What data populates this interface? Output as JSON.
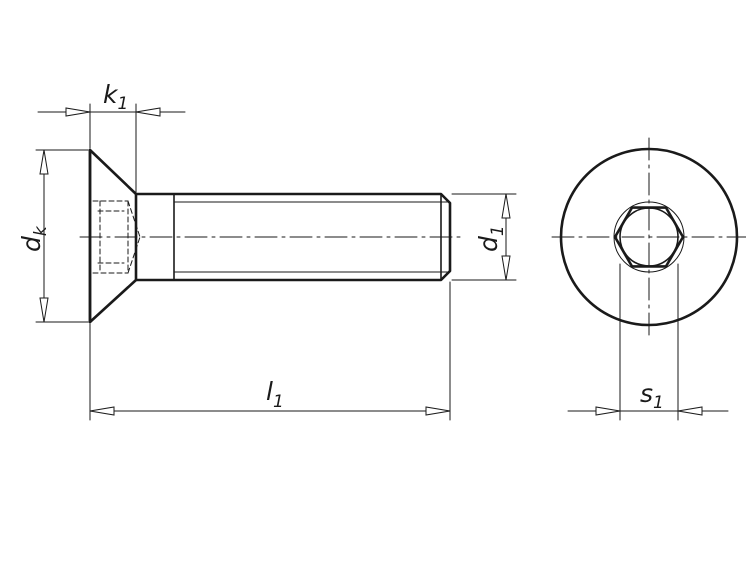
{
  "dimensions": {
    "k1": {
      "main": "k",
      "sub": "1"
    },
    "dk": {
      "main": "d",
      "sub": "k"
    },
    "d1": {
      "main": "d",
      "sub": "1"
    },
    "l1": {
      "main": "l",
      "sub": "1"
    },
    "s1": {
      "main": "s",
      "sub": "1"
    }
  },
  "colors": {
    "line": "#1a1a1a",
    "background": "#ffffff"
  }
}
